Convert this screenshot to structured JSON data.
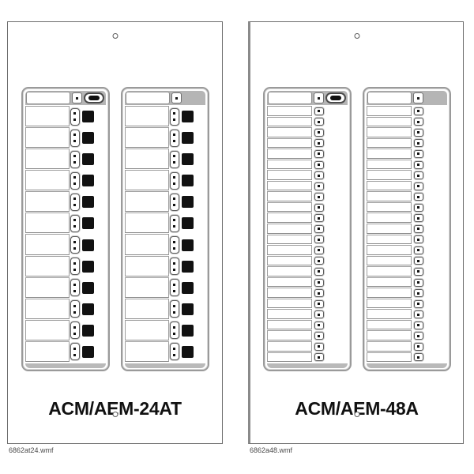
{
  "diagram": {
    "type": "annunciator-module-line-drawing",
    "background_color": "#ffffff",
    "figures": [
      {
        "id": "acm-aem-24at",
        "model_name": "ACM/AEM-24AT",
        "file_caption": "6862at24.wmf",
        "modules": 2,
        "rows_per_module": 12,
        "total_points": 24,
        "control_style": "dual-led-capsule-plus-square-switch",
        "header": {
          "left_module": {
            "led": "led-indicator",
            "oval_button": "oval-push-button"
          },
          "right_module": {
            "led": "led-indicator",
            "oval_button": null
          }
        },
        "mounting_holes": [
          "top-center",
          "bottom-center"
        ]
      },
      {
        "id": "acm-aem-48a",
        "model_name": "ACM/AEM-48A",
        "file_caption": "6862a48.wmf",
        "modules": 2,
        "rows_per_module": 24,
        "total_points": 48,
        "control_style": "single-small-led",
        "header": {
          "left_module": {
            "led": "led-indicator",
            "oval_button": "oval-push-button"
          },
          "right_module": {
            "led": "led-indicator",
            "oval_button": null
          }
        },
        "mounting_holes": [
          "top-center",
          "bottom-center"
        ]
      }
    ]
  },
  "colors": {
    "outline": "#6e6e6e",
    "module_border": "#9a9a9a",
    "header_fill": "#b5b5b5",
    "switch_black": "#111111",
    "label_slot": "#ffffff",
    "text": "#111111",
    "caption_text": "#4a4a4a"
  },
  "icons": {
    "mount_hole": "circle-hole-icon",
    "led": "led-dot-icon",
    "oval_button": "oval-button-icon",
    "switch": "square-switch-icon"
  }
}
